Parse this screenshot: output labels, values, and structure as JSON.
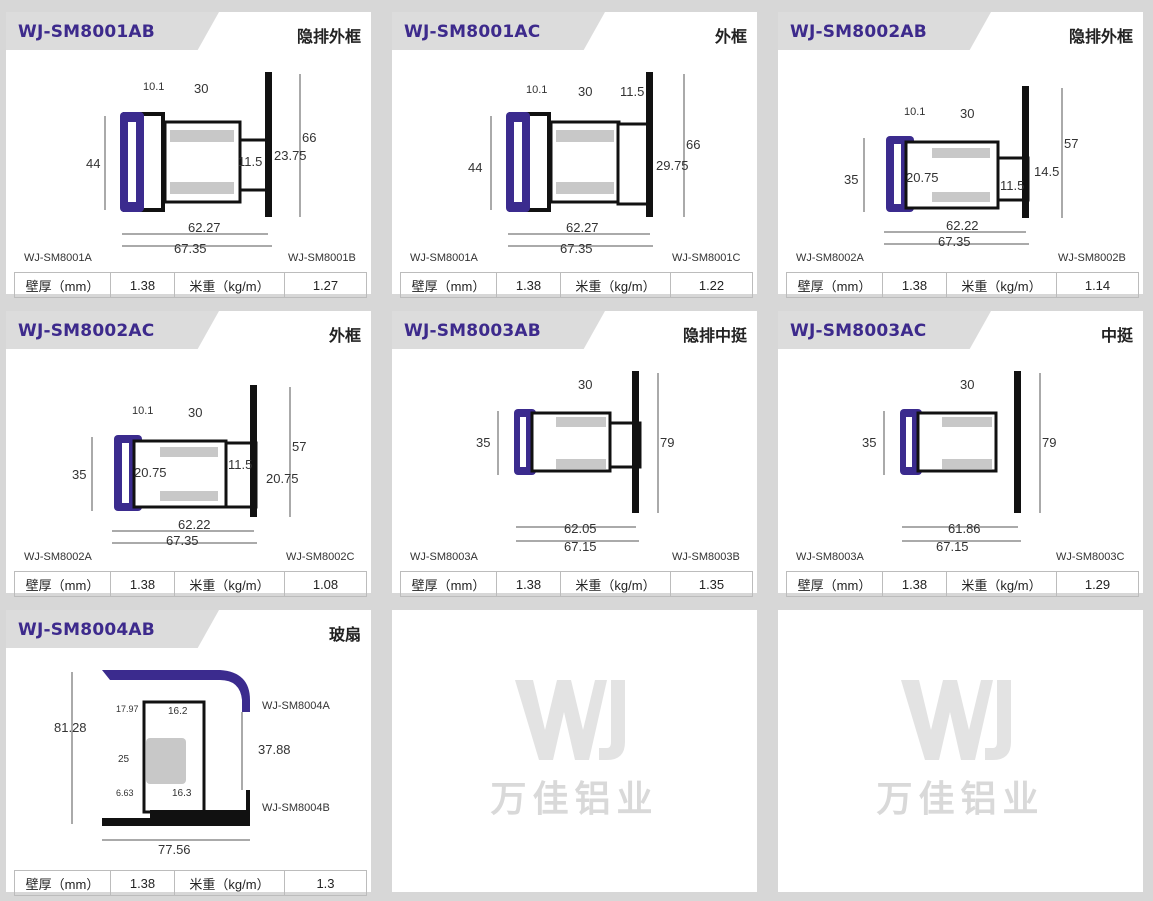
{
  "cards": [
    {
      "code": "WJ-SM8001AB",
      "kind": "隐排外框",
      "part_left": "WJ-SM8001A",
      "part_right": "WJ-SM8001B",
      "dims": [
        "10.1",
        "30",
        "66",
        "44",
        "11.5",
        "23.75",
        "62.27",
        "67.35"
      ],
      "thickness_label": "壁厚（mm）",
      "thickness": "1.38",
      "weight_label": "米重（kg/m）",
      "weight": "1.27"
    },
    {
      "code": "WJ-SM8001AC",
      "kind": "外框",
      "part_left": "WJ-SM8001A",
      "part_right": "WJ-SM8001C",
      "dims": [
        "10.1",
        "30",
        "11.5",
        "66",
        "44",
        "29.75",
        "62.27",
        "67.35"
      ],
      "thickness_label": "壁厚（mm）",
      "thickness": "1.38",
      "weight_label": "米重（kg/m）",
      "weight": "1.22"
    },
    {
      "code": "WJ-SM8002AB",
      "kind": "隐排外框",
      "part_left": "WJ-SM8002A",
      "part_right": "WJ-SM8002B",
      "dims": [
        "10.1",
        "30",
        "57",
        "35",
        "20.75",
        "11.5",
        "14.5",
        "62.22",
        "67.35"
      ],
      "thickness_label": "壁厚（mm）",
      "thickness": "1.38",
      "weight_label": "米重（kg/m）",
      "weight": "1.14"
    },
    {
      "code": "WJ-SM8002AC",
      "kind": "外框",
      "part_left": "WJ-SM8002A",
      "part_right": "WJ-SM8002C",
      "dims": [
        "10.1",
        "30",
        "57",
        "35",
        "20.75",
        "11.5",
        "20.75",
        "62.22",
        "67.35"
      ],
      "thickness_label": "壁厚（mm）",
      "thickness": "1.38",
      "weight_label": "米重（kg/m）",
      "weight": "1.08"
    },
    {
      "code": "WJ-SM8003AB",
      "kind": "隐排中挺",
      "part_left": "WJ-SM8003A",
      "part_right": "WJ-SM8003B",
      "dims": [
        "30",
        "79",
        "35",
        "62.05",
        "67.15"
      ],
      "thickness_label": "壁厚（mm）",
      "thickness": "1.38",
      "weight_label": "米重（kg/m）",
      "weight": "1.35"
    },
    {
      "code": "WJ-SM8003AC",
      "kind": "中挺",
      "part_left": "WJ-SM8003A",
      "part_right": "WJ-SM8003C",
      "dims": [
        "30",
        "79",
        "35",
        "61.86",
        "67.15"
      ],
      "thickness_label": "壁厚（mm）",
      "thickness": "1.38",
      "weight_label": "米重（kg/m）",
      "weight": "1.29"
    },
    {
      "code": "WJ-SM8004AB",
      "kind": "玻扇",
      "part_left": "WJ-SM8004A",
      "part_right": "WJ-SM8004B",
      "dims": [
        "81.28",
        "17.97",
        "16.2",
        "25",
        "37.88",
        "6.63",
        "16.3",
        "77.56"
      ],
      "thickness_label": "壁厚（mm）",
      "thickness": "1.38",
      "weight_label": "米重（kg/m）",
      "weight": "1.3"
    }
  ],
  "watermark": {
    "text": "万佳铝业",
    "logo": "wj-logo-icon"
  }
}
